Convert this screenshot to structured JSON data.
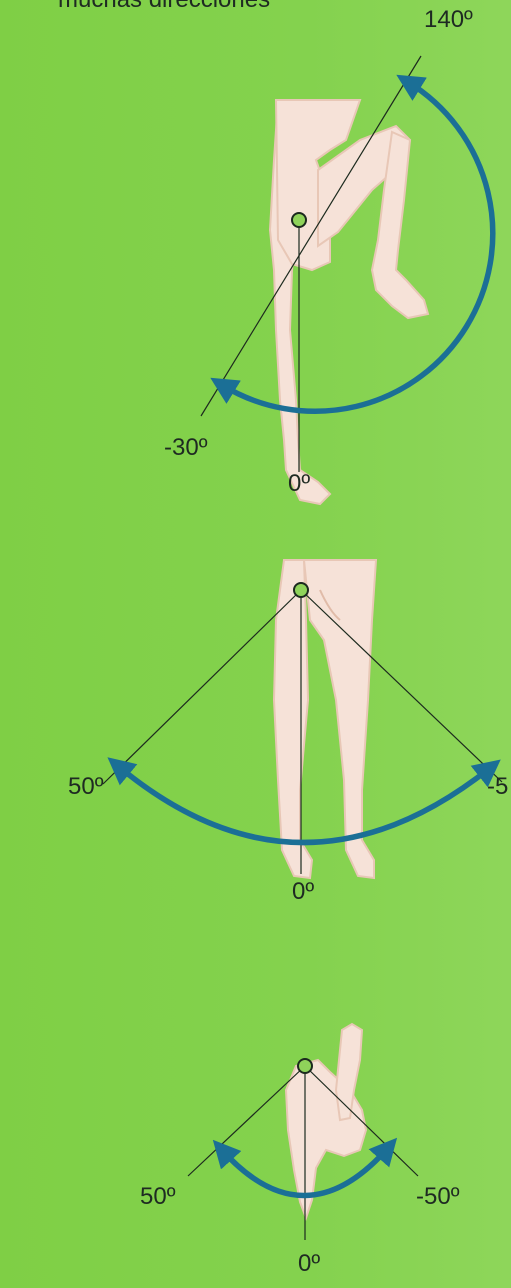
{
  "header_text": "muchas direcciones",
  "colors": {
    "background": "#82d04a",
    "arrow": "#1b6f96",
    "skin": "#f6e2d8",
    "skin_outline": "#e8c7b6",
    "joint": "#8fd35a",
    "text": "#1e2a22"
  },
  "panels": [
    {
      "id": "flexion-extension",
      "labels": {
        "max": "140º",
        "min": "-30º",
        "zero": "0º"
      }
    },
    {
      "id": "abduction-adduction",
      "labels": {
        "left": "50º",
        "right": "-5",
        "zero": "0º"
      }
    },
    {
      "id": "rotation",
      "labels": {
        "left": "50º",
        "right": "-50º",
        "zero": "0º"
      }
    }
  ]
}
